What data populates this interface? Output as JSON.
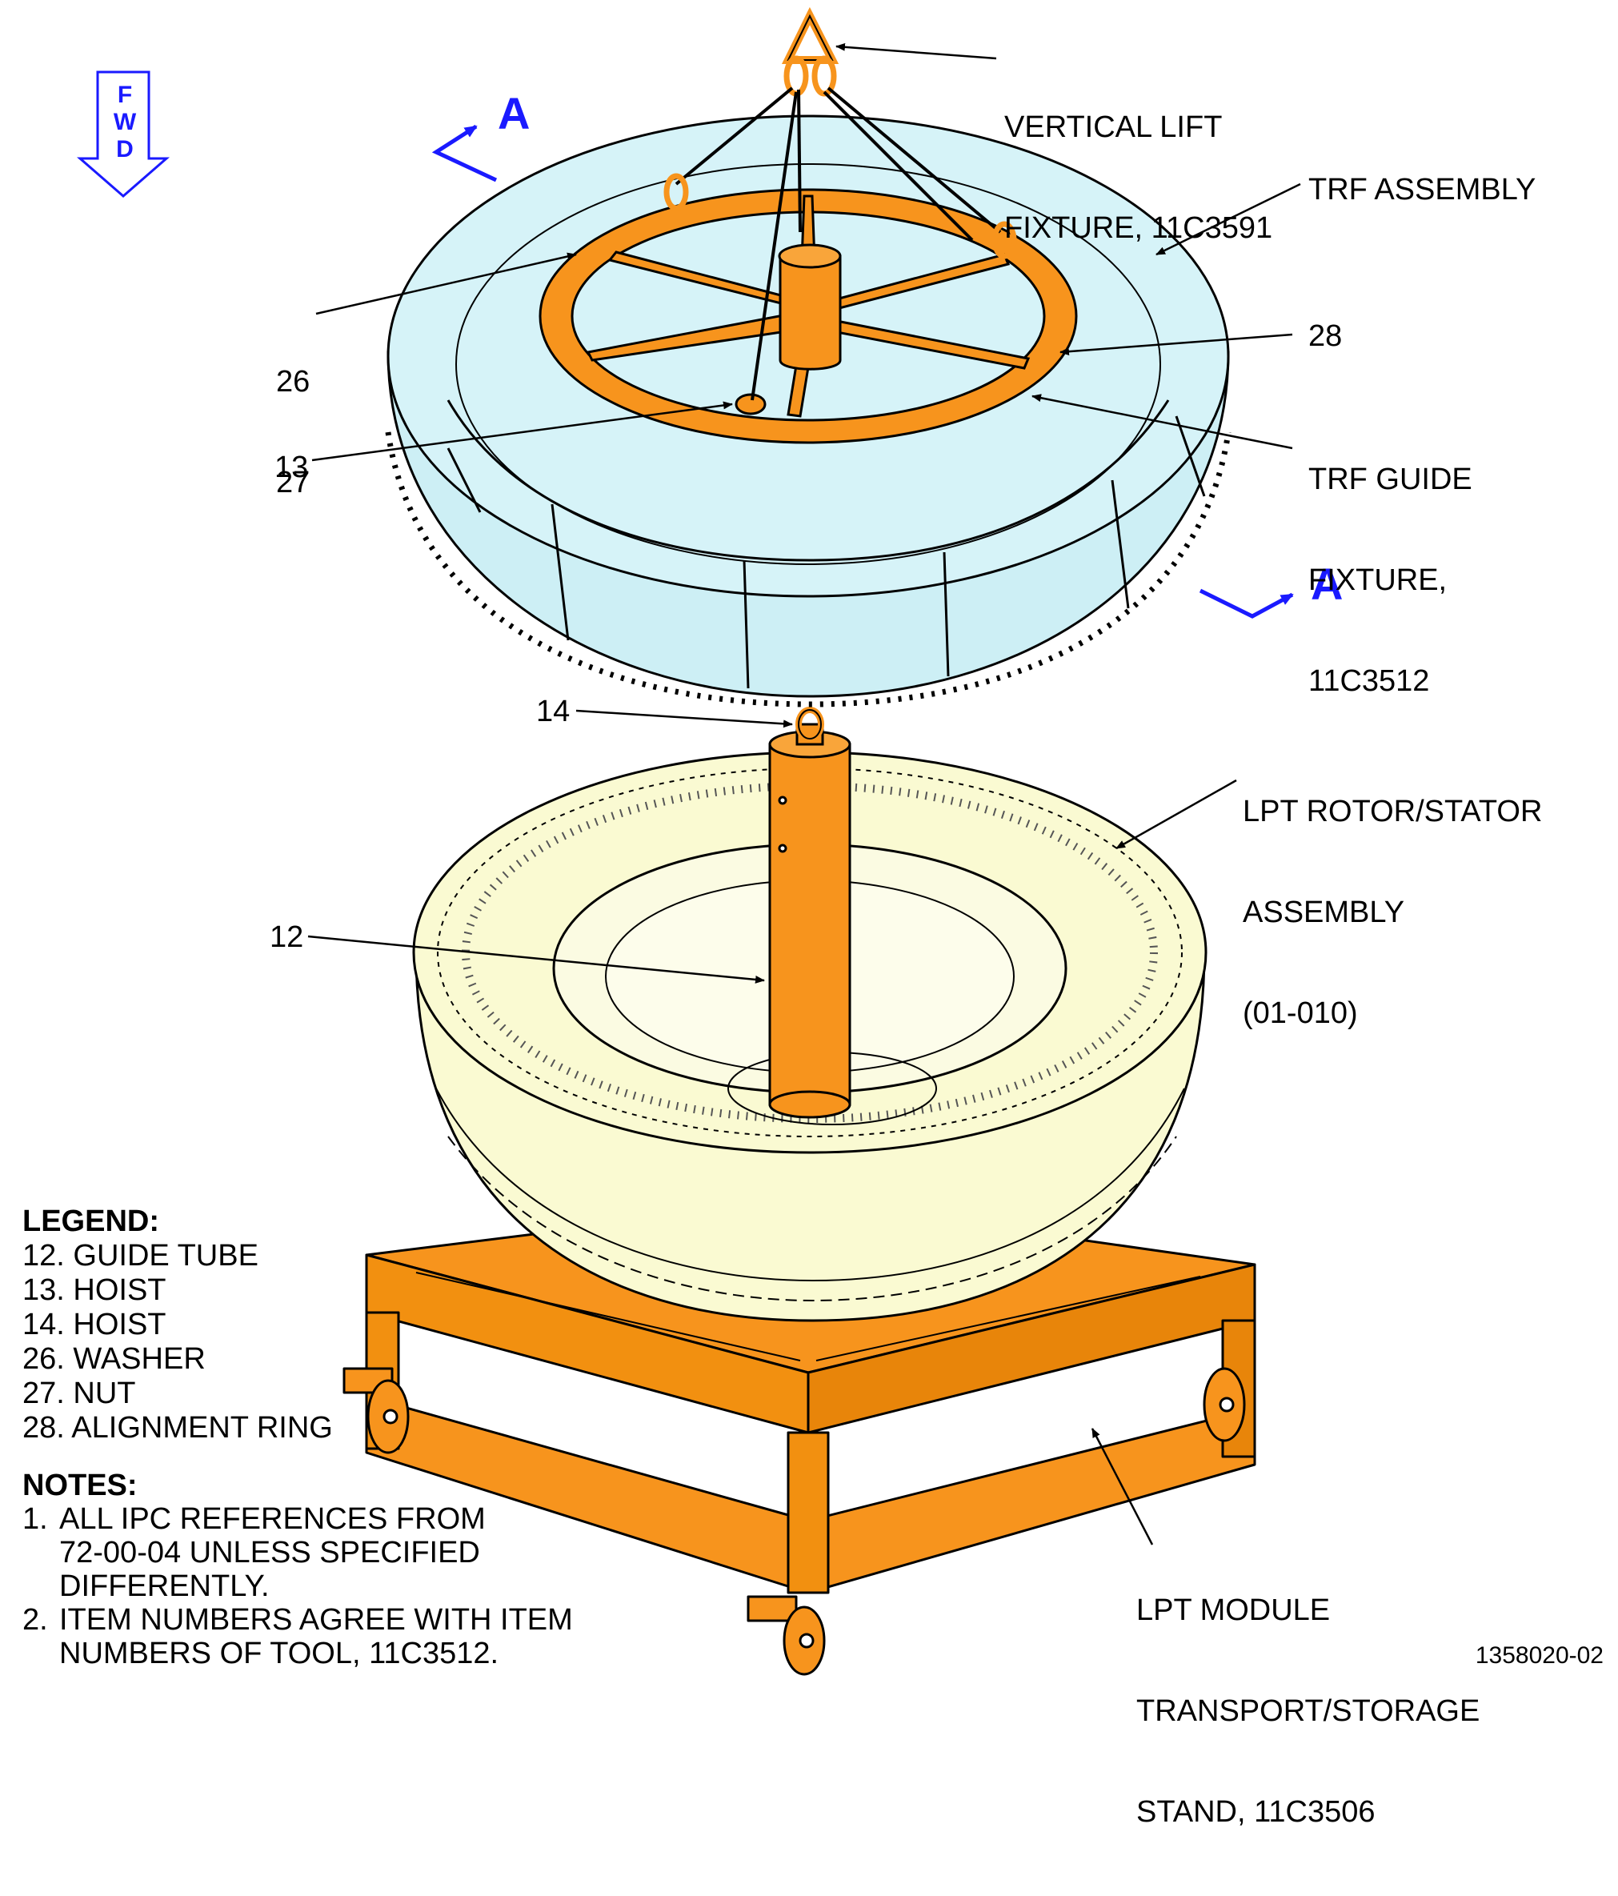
{
  "direction": {
    "letters": [
      "F",
      "W",
      "D"
    ],
    "color": "#1a1aff"
  },
  "section_marker": "A",
  "callouts": {
    "vertical_lift": [
      "VERTICAL LIFT",
      "FIXTURE, 11C3591"
    ],
    "trf_assembly": "TRF ASSEMBLY",
    "item_26_27": [
      "26",
      "27"
    ],
    "item_28": "28",
    "trf_guide": [
      "TRF GUIDE",
      "FIXTURE,",
      "11C3512"
    ],
    "item_13": "13",
    "item_14": "14",
    "lpt_rotor": [
      "LPT ROTOR/STATOR",
      "ASSEMBLY",
      "(01-010)"
    ],
    "item_12": "12",
    "lpt_module": [
      "LPT MODULE",
      "TRANSPORT/STORAGE",
      "STAND, 11C3506"
    ]
  },
  "legend": {
    "heading": "LEGEND:",
    "items": [
      "12. GUIDE TUBE",
      "13. HOIST",
      "14. HOIST",
      "26. WASHER",
      "27. NUT",
      "28. ALIGNMENT RING"
    ]
  },
  "notes": {
    "heading": "NOTES:",
    "items": [
      {
        "num": "1.",
        "lines": [
          "ALL IPC REFERENCES FROM",
          "72-00-04 UNLESS SPECIFIED",
          "DIFFERENTLY."
        ]
      },
      {
        "num": "2.",
        "lines": [
          "ITEM NUMBERS AGREE WITH ITEM",
          "NUMBERS OF TOOL, 11C3512."
        ]
      }
    ]
  },
  "figure_number": "1358020-02",
  "colors": {
    "tool_orange": "#f7941d",
    "trf_blue": "#cdeff5",
    "lpt_yellow": "#fafad2",
    "marker_blue": "#1a1aff"
  }
}
